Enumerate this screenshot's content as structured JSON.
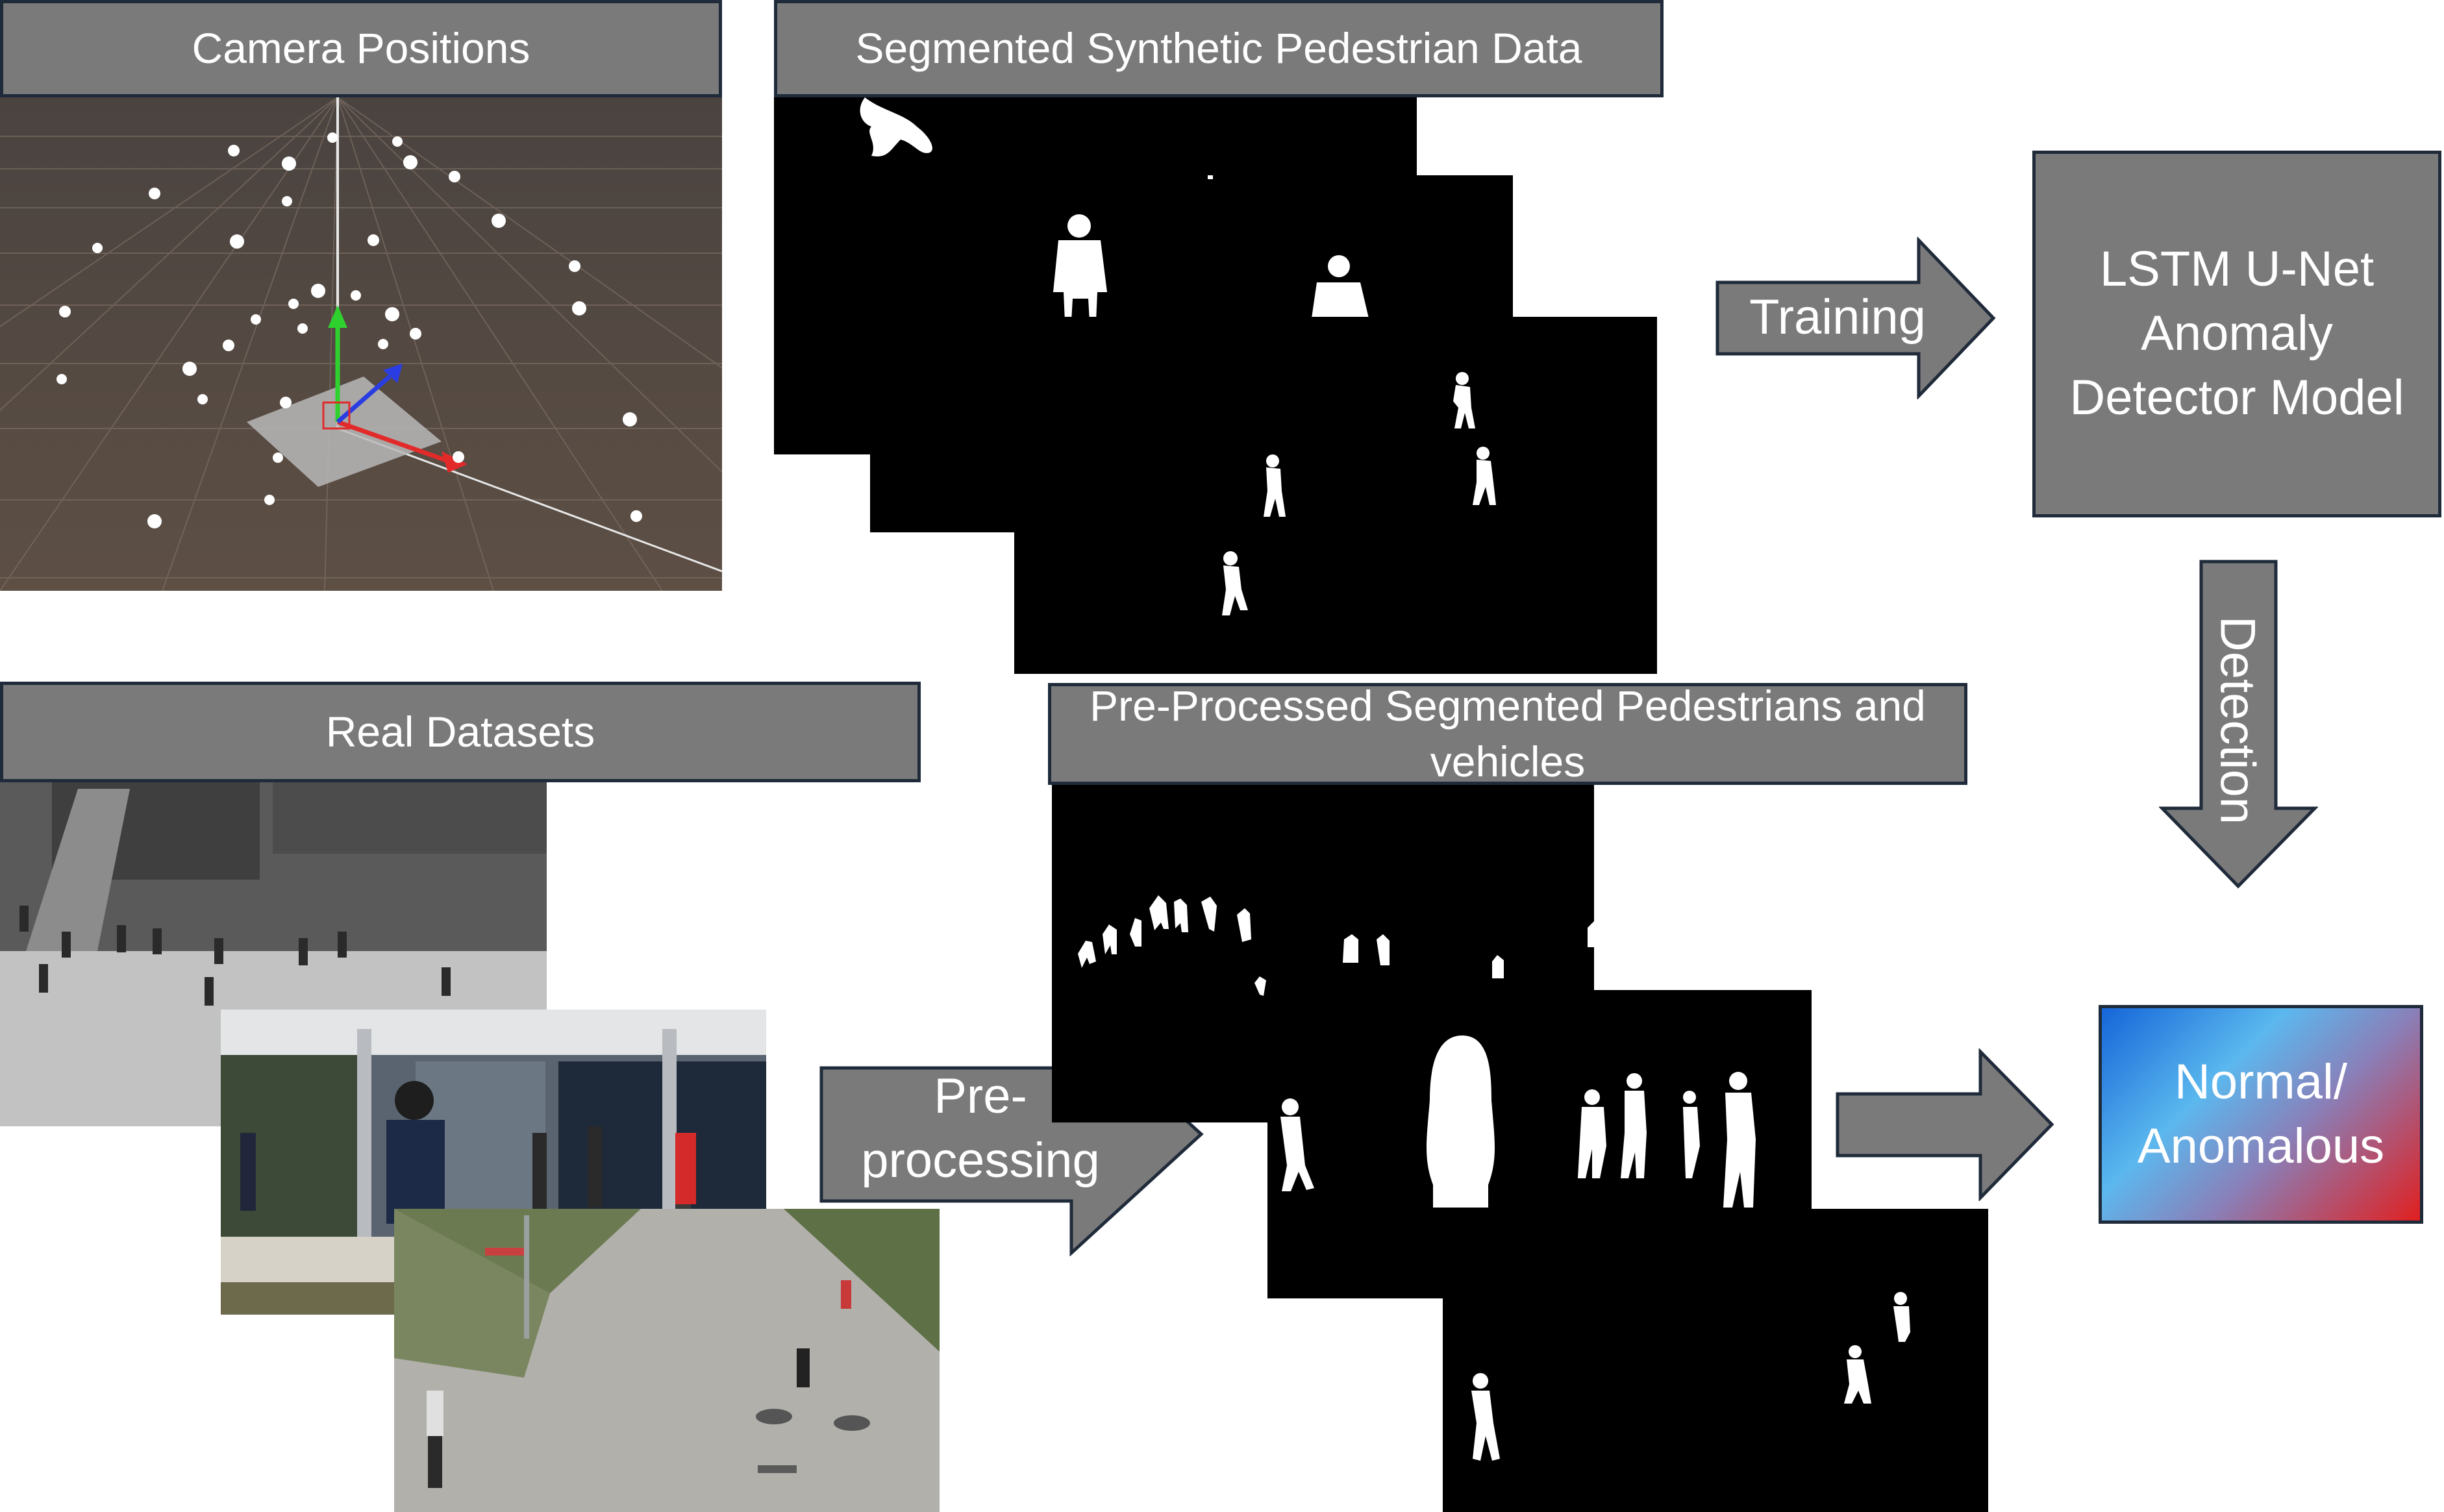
{
  "labels": {
    "camera_positions": "Camera Positions",
    "synthetic_data": "Segmented Synthetic Pedestrian Data",
    "real_datasets": "Real Datasets",
    "preprocessed": "Pre-Processed Segmented Pedestrians and vehicles"
  },
  "arrows": {
    "training": "Training",
    "detection": "Detection",
    "preprocessing": "Pre-\nprocessing"
  },
  "model": {
    "title": "LSTM U-Net Anomaly Detector Model"
  },
  "output": {
    "title": "Normal/ Anomalous"
  },
  "colors": {
    "label_fill": "#7a7a7a",
    "label_border": "#1f2b3a",
    "arrow_fill": "#7a7a7a",
    "output_gradient": [
      "#1565d8",
      "#5bb8ee",
      "#8a7fb8",
      "#e02020"
    ]
  },
  "icons": {
    "camera": "camera-icon",
    "axis_gizmo": "axis-gizmo-icon",
    "pedestrian": "pedestrian-silhouette-icon"
  }
}
